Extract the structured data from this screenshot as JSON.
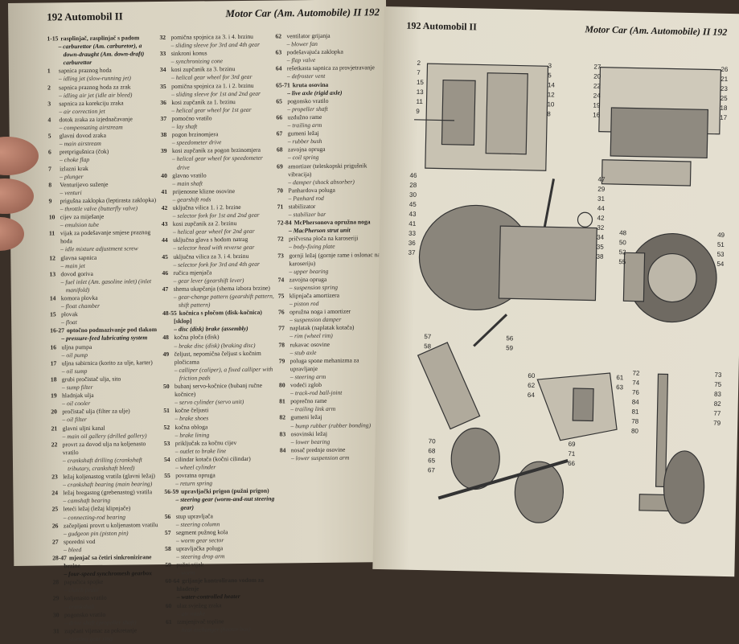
{
  "left_page": {
    "header": "192 Automobil II",
    "header_right": "Motor Car (Am. Automobile) II 192",
    "columns": [
      [
        {
          "n": "1-15",
          "sr": "rasplinjač, rasplinjač s padom",
          "en": "carburettor (Am. carburetor), a down-draught (Am. down-draft) carburettor",
          "g": true
        },
        {
          "n": "1",
          "sr": "sapnica praznog hoda",
          "en": "idling jet (slow-running jet)"
        },
        {
          "n": "2",
          "sr": "sapnica praznog hoda za zrak",
          "en": "idling air jet (idle air bleed)"
        },
        {
          "n": "3",
          "sr": "sapnica za korekciju zraka",
          "en": "air correction jet"
        },
        {
          "n": "4",
          "sr": "dotok zraka za izjednačavanje",
          "en": "compensating airstream"
        },
        {
          "n": "5",
          "sr": "glavni dovod zraka",
          "en": "main airstream"
        },
        {
          "n": "6",
          "sr": "pretprigušnica (čok)",
          "en": "choke flap"
        },
        {
          "n": "7",
          "sr": "izlazni krak",
          "en": "plunger"
        },
        {
          "n": "8",
          "sr": "Venturijevo suženje",
          "en": "venturi"
        },
        {
          "n": "9",
          "sr": "prigušna zaklopka (leptirasta zaklopka)",
          "en": "throttle valve (butterfly valve)"
        },
        {
          "n": "10",
          "sr": "cijev za miješanje",
          "en": "emulsion tube"
        },
        {
          "n": "11",
          "sr": "vijak za podešavanje smjese praznog hoda",
          "en": "idle mixture adjustment screw"
        },
        {
          "n": "12",
          "sr": "glavna sapnica",
          "en": "main jet"
        },
        {
          "n": "13",
          "sr": "dovod goriva",
          "en": "fuel inlet (Am. gasoline inlet) (inlet manifold)"
        },
        {
          "n": "14",
          "sr": "komora plovka",
          "en": "float chamber"
        },
        {
          "n": "15",
          "sr": "plovak",
          "en": "float"
        },
        {
          "n": "16-27",
          "sr": "optočno podmazivanje pod tlakom",
          "en": "pressure-feed lubricating system",
          "g": true
        },
        {
          "n": "16",
          "sr": "uljna pumpa",
          "en": "oil pump"
        },
        {
          "n": "17",
          "sr": "uljna sabirnica (korito za ulje, karter)",
          "en": "oil sump"
        },
        {
          "n": "18",
          "sr": "grubi pročistač ulja, sito",
          "en": "sump filter"
        },
        {
          "n": "19",
          "sr": "hladnjak ulja",
          "en": "oil cooler"
        },
        {
          "n": "20",
          "sr": "pročistač ulja (filter za ulje)",
          "en": "oil filter"
        },
        {
          "n": "21",
          "sr": "glavni uljni kanal",
          "en": "main oil gallery (drilled gallery)"
        },
        {
          "n": "22",
          "sr": "provrt za dovod ulja na koljenasto vratilo",
          "en": "crankshaft drilling (crankshaft tributary, crankshaft bleed)"
        },
        {
          "n": "23",
          "sr": "ležaj koljenastog vratila (glavni ležaj)",
          "en": "crankshaft bearing (main bearing)"
        },
        {
          "n": "24",
          "sr": "ležaj bregastog (grebenastog) vratila",
          "en": "camshaft bearing"
        },
        {
          "n": "25",
          "sr": "leteći ležaj (ležaj klipnjače)",
          "en": "connecting-rod bearing"
        },
        {
          "n": "26",
          "sr": "začepljeni provrt u koljenastom vratilu",
          "en": "gudgeon pin (piston pin)"
        },
        {
          "n": "27",
          "sr": "sporedni vod",
          "en": "bleed"
        },
        {
          "n": "28-47",
          "sr": "mjenjač sa četiri sinkronizirane brzine",
          "en": "four-speed synchromesh gearbox",
          "g": true
        },
        {
          "n": "28",
          "sr": "papučica spojke",
          "en": "clutch pedal"
        },
        {
          "n": "29",
          "sr": "koljenasto vratilo",
          "en": "crankshaft"
        },
        {
          "n": "30",
          "sr": "pogonsko vratilo",
          "en": "drive shaft (propeller shaft)"
        },
        {
          "n": "31",
          "sr": "zupčani vijenac za pokretanje",
          "en": "starting gear ring"
        }
      ],
      [
        {
          "n": "32",
          "sr": "pomična spojnica za 3. i 4. brzinu",
          "en": "sliding sleeve for 3rd and 4th gear"
        },
        {
          "n": "33",
          "sr": "sinkroni konus",
          "en": "synchronizing cone"
        },
        {
          "n": "34",
          "sr": "kosi zupčanik za 3. brzinu",
          "en": "helical gear wheel for 3rd gear"
        },
        {
          "n": "35",
          "sr": "pomična spojnica za 1. i 2. brzinu",
          "en": "sliding sleeve for 1st and 2nd gear"
        },
        {
          "n": "36",
          "sr": "kosi zupčanik za 1. brzinu",
          "en": "helical gear wheel for 1st gear"
        },
        {
          "n": "37",
          "sr": "pomoćno vratilo",
          "en": "lay shaft"
        },
        {
          "n": "38",
          "sr": "pogon brzinomjera",
          "en": "speedometer drive"
        },
        {
          "n": "39",
          "sr": "kosi zupčanik za pogon brzinomjera",
          "en": "helical gear wheel for speedometer drive"
        },
        {
          "n": "40",
          "sr": "glavno vratilo",
          "en": "main shaft"
        },
        {
          "n": "41",
          "sr": "prijenosne klizne osovine",
          "en": "gearshift rods"
        },
        {
          "n": "42",
          "sr": "uključna vilica 1. i 2. brzine",
          "en": "selector fork for 1st and 2nd gear"
        },
        {
          "n": "43",
          "sr": "kosi zupčanik za 2. brzinu",
          "en": "helical gear wheel for 2nd gear"
        },
        {
          "n": "44",
          "sr": "uključna glava s hodom natrag",
          "en": "selector head with reverse gear"
        },
        {
          "n": "45",
          "sr": "uključna vilica za 3. i 4. brzinu",
          "en": "selector fork for 3rd and 4th gear"
        },
        {
          "n": "46",
          "sr": "ručica mjenjača",
          "en": "gear lever (gearshift lever)"
        },
        {
          "n": "47",
          "sr": "shema ukapčanja (shema izbora brzine)",
          "en": "gear-change pattern (gearshift pattern, shift pattern)"
        },
        {
          "n": "48-55",
          "sr": "kočnica s pločom (disk-kočnica) [sklop]",
          "en": "disc (disk) brake (assembly)",
          "g": true
        },
        {
          "n": "48",
          "sr": "kočna ploča (disk)",
          "en": "brake disc (disk) (braking disc)"
        },
        {
          "n": "49",
          "sr": "čeljust, nepomična čeljust s kočnim pločicama",
          "en": "calliper (caliper), a fixed calliper with friction pads"
        },
        {
          "n": "50",
          "sr": "bubanj servo-kočnice (bubanj ručne kočnice)",
          "en": "servo cylinder (servo unit)"
        },
        {
          "n": "51",
          "sr": "kočne čeljusti",
          "en": "brake shoes"
        },
        {
          "n": "52",
          "sr": "kočna obloga",
          "en": "brake lining"
        },
        {
          "n": "53",
          "sr": "priključak za kočnu cijev",
          "en": "outlet to brake line"
        },
        {
          "n": "54",
          "sr": "cilindar kotača (kočni cilindar)",
          "en": "wheel cylinder"
        },
        {
          "n": "55",
          "sr": "povratna opruga",
          "en": "return spring"
        },
        {
          "n": "56-59",
          "sr": "upravljački prigon (pužni prigon)",
          "en": "steering gear (worm-and-nut steering gear)",
          "g": true
        },
        {
          "n": "56",
          "sr": "stup upravljača",
          "en": "steering column"
        },
        {
          "n": "57",
          "sr": "segment pužnog kola",
          "en": "worm gear sector"
        },
        {
          "n": "58",
          "sr": "upravljačka poluga",
          "en": "steering drop arm"
        },
        {
          "n": "59",
          "sr": "pužni vijak",
          "en": "worm"
        },
        {
          "n": "60-64",
          "sr": "grijanje kontrolirano vodom za hlađenje",
          "en": "water-controlled heater",
          "g": true
        },
        {
          "n": "60",
          "sr": "ulaz svježeg zraka",
          "en": "air intake"
        },
        {
          "n": "61",
          "sr": "izmjenjivač topline",
          "en": "heat exchanger (heater box)"
        }
      ],
      [
        {
          "n": "62",
          "sr": "ventilator grijanja",
          "en": "blower fan"
        },
        {
          "n": "63",
          "sr": "podešavajuća zaklopka",
          "en": "flap valve"
        },
        {
          "n": "64",
          "sr": "rešetkasta sapnica za provjetravanje",
          "en": "defroster vent"
        },
        {
          "n": "65-71",
          "sr": "kruta osovina",
          "en": "live axle (rigid axle)",
          "g": true
        },
        {
          "n": "65",
          "sr": "pogonsko vratilo",
          "en": "propeller shaft"
        },
        {
          "n": "66",
          "sr": "uzdužno rame",
          "en": "trailing arm"
        },
        {
          "n": "67",
          "sr": "gumeni ležaj",
          "en": "rubber bush"
        },
        {
          "n": "68",
          "sr": "zavojna opruga",
          "en": "coil spring"
        },
        {
          "n": "69",
          "sr": "amortizer (teleskopski prigušnik vibracija)",
          "en": "damper (shock absorber)"
        },
        {
          "n": "70",
          "sr": "Panhardova poluga",
          "en": "Panhard rod"
        },
        {
          "n": "71",
          "sr": "stabilizator",
          "en": "stabilizer bar"
        },
        {
          "n": "72-84",
          "sr": "McPhersonova opružna noga",
          "en": "MacPherson strut unit",
          "g": true
        },
        {
          "n": "72",
          "sr": "pričvrsna ploča na karoseriji",
          "en": "body-fixing plate"
        },
        {
          "n": "73",
          "sr": "gornji ležaj (gornje rame i oslonac na karoseriju)",
          "en": "upper bearing"
        },
        {
          "n": "74",
          "sr": "zavojna opruga",
          "en": "suspension spring"
        },
        {
          "n": "75",
          "sr": "klipnjača amortizera",
          "en": "piston rod"
        },
        {
          "n": "76",
          "sr": "opružna noga i amortizer",
          "en": "suspension damper"
        },
        {
          "n": "77",
          "sr": "naplatak (naplatak kotača)",
          "en": "rim (wheel rim)"
        },
        {
          "n": "78",
          "sr": "rukavac osovine",
          "en": "stub axle"
        },
        {
          "n": "79",
          "sr": "poluga spone mehanizma za upravljanje",
          "en": "steering arm"
        },
        {
          "n": "80",
          "sr": "vodeći zglob",
          "en": "track-rod ball-joint"
        },
        {
          "n": "81",
          "sr": "poprečno rame",
          "en": "trailing link arm"
        },
        {
          "n": "82",
          "sr": "gumeni ležaj",
          "en": "bump rubber (rubber bonding)"
        },
        {
          "n": "83",
          "sr": "osovinski ležaj",
          "en": "lower bearing"
        },
        {
          "n": "84",
          "sr": "nosač prednje osovine",
          "en": "lower suspension arm"
        }
      ]
    ]
  },
  "right_page": {
    "header_left": "192 Automobil II",
    "header_right": "Motor Car (Am. Automobile) II 192",
    "figure_labels": {
      "carburettor": [
        "2",
        "3",
        "7",
        "5",
        "15",
        "14",
        "13",
        "12",
        "11",
        "10",
        "9",
        "8"
      ],
      "lubrication": [
        "27",
        "26",
        "20",
        "21",
        "22",
        "23",
        "24",
        "25",
        "19",
        "18",
        "16",
        "17"
      ],
      "gearbox": [
        "46",
        "47",
        "28",
        "29",
        "30",
        "31",
        "45",
        "44",
        "43",
        "42",
        "41",
        "32",
        "33",
        "34",
        "36",
        "35",
        "37",
        "38"
      ],
      "brake": [
        "48",
        "49",
        "50",
        "51",
        "52",
        "53",
        "55",
        "54"
      ],
      "steering": [
        "57",
        "56",
        "58",
        "59"
      ],
      "heater": [
        "60",
        "61",
        "62",
        "63",
        "64"
      ],
      "axle": [
        "70",
        "69",
        "68",
        "71",
        "65",
        "66",
        "67"
      ],
      "mcpherson": [
        "72",
        "73",
        "74",
        "75",
        "76",
        "83",
        "84",
        "82",
        "81",
        "77",
        "78",
        "79",
        "80"
      ]
    }
  }
}
